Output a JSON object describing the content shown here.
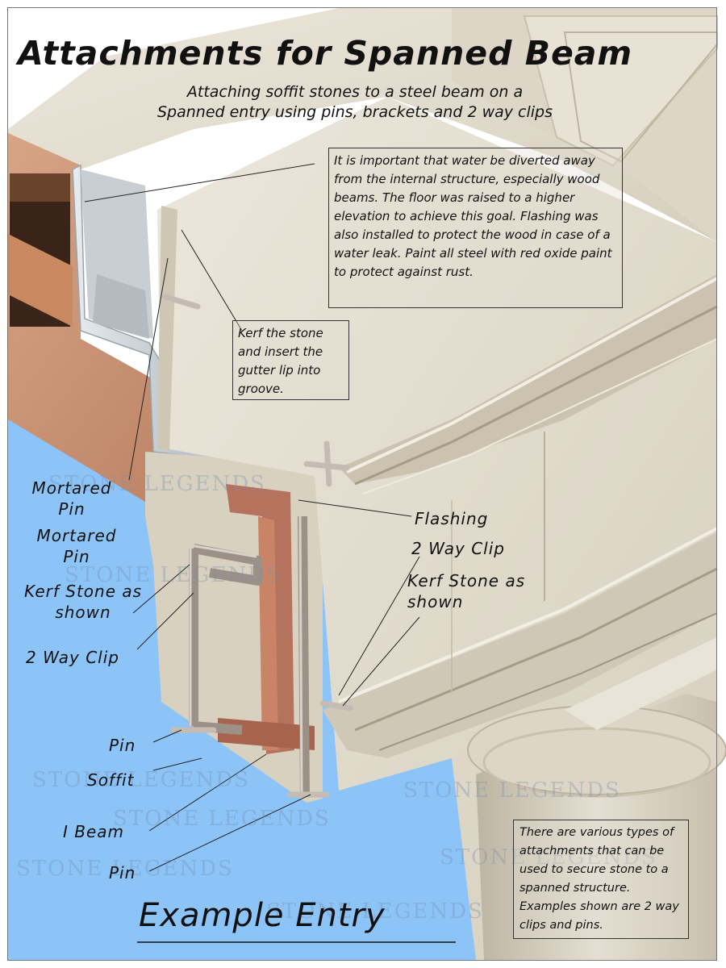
{
  "title": "Attachments for Spanned Beam",
  "subtitle_lines": [
    "Attaching soffit stones to a steel beam on a",
    "Spanned entry using pins, brackets and 2 way clips"
  ],
  "notes": {
    "water": "It is important that water be diverted away from the internal structure, especially wood beams. The floor was raised to a higher elevation to achieve this goal. Flashing was also installed to protect the wood in case of a water leak. Paint all steel with red oxide paint to protect against rust.",
    "kerf": "Kerf the stone and insert the gutter lip into groove.",
    "attachments": "There are various types of attachments that can be used to secure stone to a spanned structure. Examples shown are 2 way clips and pins."
  },
  "labels": {
    "mortared_pin_1": "Mortared Pin",
    "mortared_pin_2": "Mortared Pin",
    "kerf_stone_left": "Kerf Stone as shown",
    "two_way_clip_left": "2 Way Clip",
    "pin_1": "Pin",
    "soffit": "Soffit",
    "i_beam": "I Beam",
    "pin_2": "Pin",
    "flashing": "Flashing",
    "two_way_clip_right": "2 Way Clip",
    "kerf_stone_right": "Kerf Stone as shown"
  },
  "caption": "Example Entry",
  "watermark": "STONE LEGENDS",
  "colors": {
    "sky": "#8cc4f8",
    "stone": "#e2dccd",
    "stone_shadow": "#c9c1ae",
    "wood": "#c98f70",
    "galvanized": "#c7cfd4",
    "steel_beam": "#b5725d"
  }
}
